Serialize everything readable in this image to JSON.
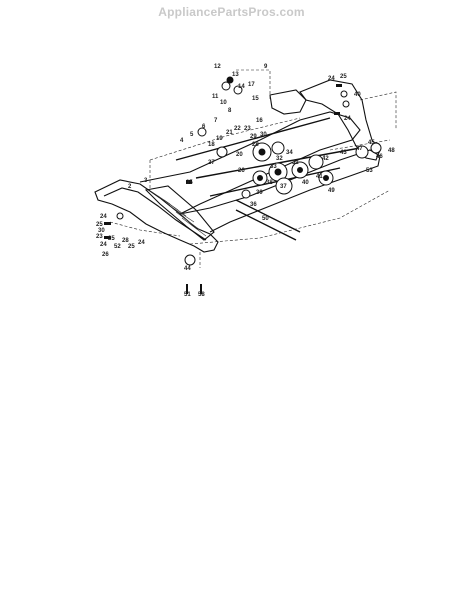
{
  "watermark": "AppliancePartsPros.com",
  "part_labels": [
    {
      "text": "12"
    },
    {
      "text": "13"
    },
    {
      "text": "11"
    },
    {
      "text": "10"
    },
    {
      "text": "14"
    },
    {
      "text": "17"
    },
    {
      "text": "15"
    },
    {
      "text": "9"
    },
    {
      "text": "8"
    },
    {
      "text": "7"
    },
    {
      "text": "6"
    },
    {
      "text": "5"
    },
    {
      "text": "4"
    },
    {
      "text": "21"
    },
    {
      "text": "22"
    },
    {
      "text": "19"
    },
    {
      "text": "18"
    },
    {
      "text": "20"
    },
    {
      "text": "16"
    },
    {
      "text": "23"
    },
    {
      "text": "29"
    },
    {
      "text": "30"
    },
    {
      "text": "28"
    },
    {
      "text": "33"
    },
    {
      "text": "32"
    },
    {
      "text": "31"
    },
    {
      "text": "27"
    },
    {
      "text": "26"
    },
    {
      "text": "34"
    },
    {
      "text": "3"
    },
    {
      "text": "2"
    },
    {
      "text": "35"
    },
    {
      "text": "37"
    },
    {
      "text": "38"
    },
    {
      "text": "39"
    },
    {
      "text": "36"
    },
    {
      "text": "40"
    },
    {
      "text": "41"
    },
    {
      "text": "42"
    },
    {
      "text": "43"
    },
    {
      "text": "47"
    },
    {
      "text": "45"
    },
    {
      "text": "46"
    },
    {
      "text": "48"
    },
    {
      "text": "49"
    },
    {
      "text": "50"
    },
    {
      "text": "53"
    },
    {
      "text": "25"
    },
    {
      "text": "24"
    },
    {
      "text": "24"
    },
    {
      "text": "25"
    },
    {
      "text": "28"
    },
    {
      "text": "23"
    },
    {
      "text": "30"
    },
    {
      "text": "52"
    },
    {
      "text": "25"
    },
    {
      "text": "24"
    },
    {
      "text": "26"
    },
    {
      "text": "44"
    },
    {
      "text": "51"
    },
    {
      "text": "58"
    },
    {
      "text": "24"
    },
    {
      "text": "25"
    },
    {
      "text": "40"
    },
    {
      "text": "24"
    }
  ]
}
